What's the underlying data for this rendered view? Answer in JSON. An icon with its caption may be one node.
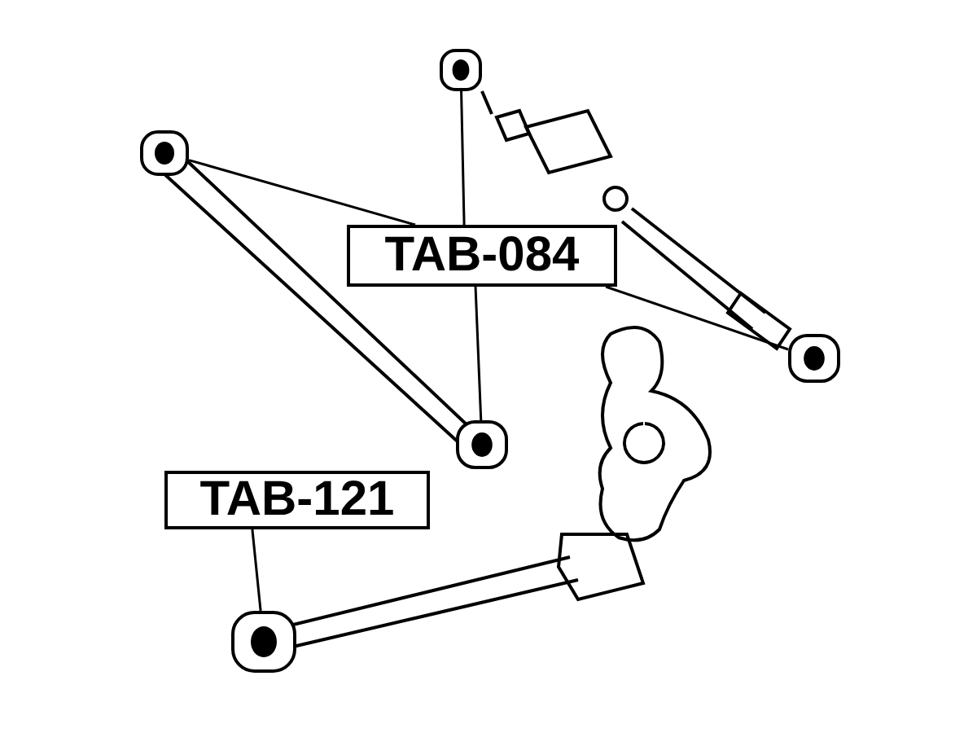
{
  "diagram": {
    "nodes": [
      {
        "text": [
          "TAB-084"
        ]
      },
      {
        "text": [
          "TAB-121"
        ]
      },
      {
        "text": [],
        "shape": "picture"
      },
      {
        "text": [],
        "shape": "picture"
      },
      {
        "text": [],
        "shape": "picture"
      },
      {
        "text": [],
        "shape": "picture"
      },
      {
        "text": [],
        "shape": "picture"
      }
    ],
    "edges": [
      {
        "from": 0,
        "to": 2,
        "arrow": "none"
      },
      {
        "from": 0,
        "to": 3,
        "arrow": "none"
      },
      {
        "from": 0,
        "to": 4,
        "arrow": "none"
      },
      {
        "from": 0,
        "to": 5,
        "arrow": "none"
      },
      {
        "from": 1,
        "to": 6,
        "arrow": "none"
      }
    ]
  }
}
